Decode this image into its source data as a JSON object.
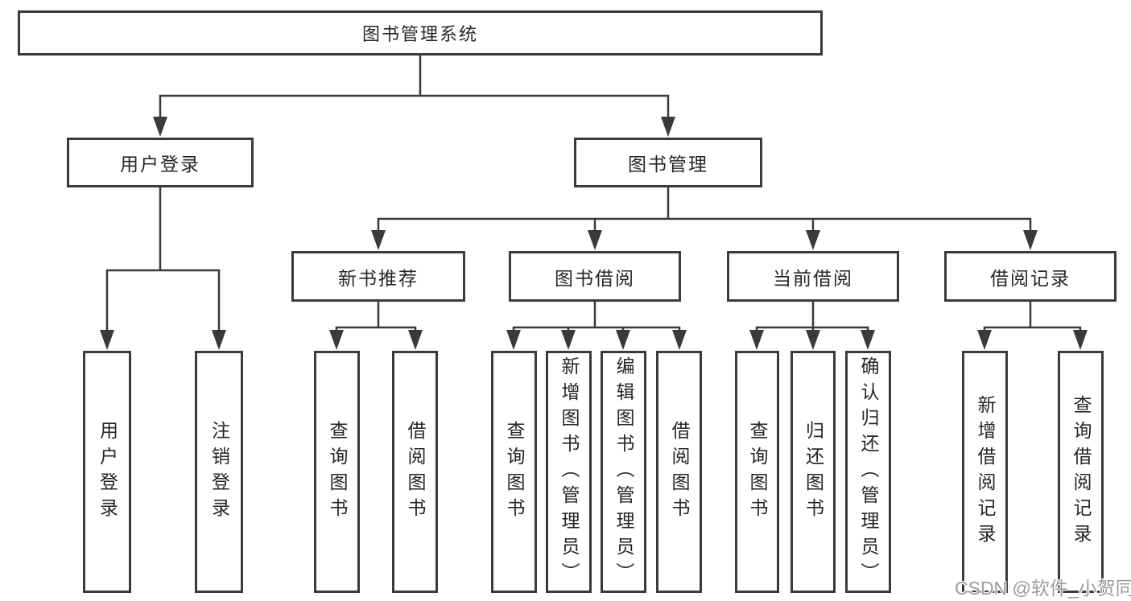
{
  "diagram": {
    "title": "图书管理系统",
    "tree": {
      "label": "图书管理系统",
      "children": [
        {
          "label": "用户登录",
          "children": [
            {
              "label": "用户登录"
            },
            {
              "label": "注销登录"
            }
          ]
        },
        {
          "label": "图书管理",
          "children": [
            {
              "label": "新书推荐",
              "children": [
                {
                  "label": "查询图书"
                },
                {
                  "label": "借阅图书"
                }
              ]
            },
            {
              "label": "图书借阅",
              "children": [
                {
                  "label": "查询图书"
                },
                {
                  "label": "新增图书（管理员）"
                },
                {
                  "label": "编辑图书（管理员）"
                },
                {
                  "label": "借阅图书"
                }
              ]
            },
            {
              "label": "当前借阅",
              "children": [
                {
                  "label": "查询图书"
                },
                {
                  "label": "归还图书"
                },
                {
                  "label": "确认归还（管理员）"
                }
              ]
            },
            {
              "label": "借阅记录",
              "children": [
                {
                  "label": "新增借阅记录"
                },
                {
                  "label": "查询借阅记录"
                }
              ]
            }
          ]
        }
      ]
    }
  },
  "watermark": {
    "text": "CSDN @软件_小贺同学"
  },
  "colors": {
    "line": "#3a3a3a",
    "border": "#3a3a3a",
    "text": "#262626",
    "watermark": "#9c9c9c",
    "background": "#ffffff"
  }
}
